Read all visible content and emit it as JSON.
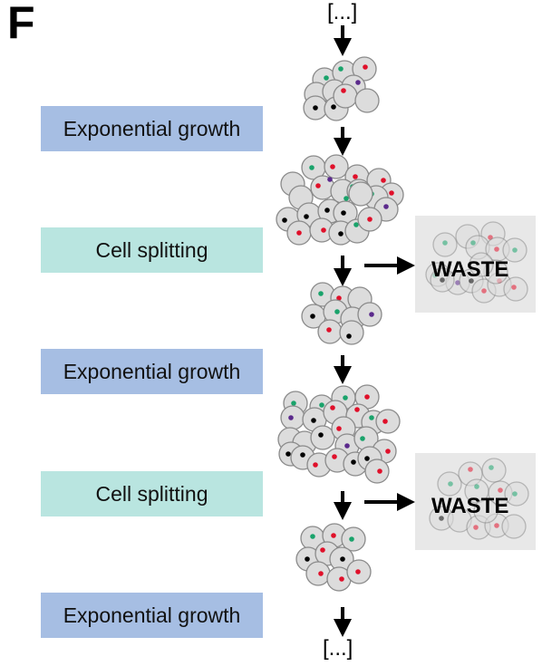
{
  "panel_label": "F",
  "ellipsis_top": "[...]",
  "ellipsis_bottom": "[...]",
  "stages": [
    {
      "label": "Exponential growth",
      "kind": "growth"
    },
    {
      "label": "Cell splitting",
      "kind": "split"
    },
    {
      "label": "Exponential growth",
      "kind": "growth"
    },
    {
      "label": "Cell splitting",
      "kind": "split"
    },
    {
      "label": "Exponential growth",
      "kind": "growth"
    }
  ],
  "waste_label": "WASTE",
  "colors": {
    "growth_box": "#a6bee3",
    "split_box": "#b9e5e0",
    "cell_fill": "#dcdcdc",
    "cell_stroke": "#8a8a8a",
    "dot_green": "#1aa36b",
    "dot_red": "#e0102a",
    "dot_purple": "#5b2a8c",
    "dot_black": "#000000",
    "waste_bg": "#e8e8e8"
  }
}
